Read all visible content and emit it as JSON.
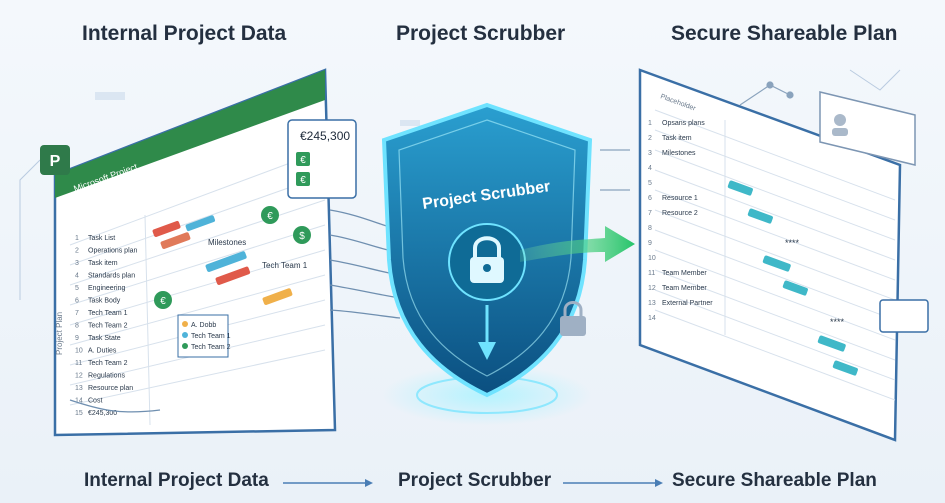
{
  "headings": {
    "left": "Internal Project Data",
    "center": "Project Scrubber",
    "right": "Secure Shareable Plan"
  },
  "footer": {
    "left": "Internal Project Data",
    "center": "Project Scrubber",
    "right": "Secure Shareable Plan"
  },
  "left_panel": {
    "app_title": "Microsoft Project",
    "money_badge": "€245,300",
    "side_label": "Project Plan",
    "milestones_label": "Milestones",
    "team_callout": "Tech Team 1",
    "rows": [
      "Task List",
      "Operations plan",
      "Task item",
      "Standards plan",
      "Engineering",
      "Task Body",
      "Tech Team 1",
      "Tech Team 2",
      "Task State",
      "A. Duties",
      "Tech Team 2",
      "Regulations",
      "Resource plan",
      "Cost",
      "€245,300"
    ],
    "legend": [
      "A. Dobb",
      "Tech Team 1",
      "Tech Team 2"
    ]
  },
  "shield": {
    "label": "Project Scrubber",
    "colors": {
      "primary": "#1a8fb3",
      "glow": "#6fe3ff",
      "arrow": "#2ecc71"
    }
  },
  "right_panel": {
    "header": "Placeholder",
    "rows": [
      "Opsans plans",
      "Task item",
      "Milestones",
      "",
      "",
      "Resource 1",
      "Resource 2",
      "",
      "",
      "",
      "Team Member",
      "Team Member",
      "External Partner",
      ""
    ],
    "masked_label": "****"
  }
}
